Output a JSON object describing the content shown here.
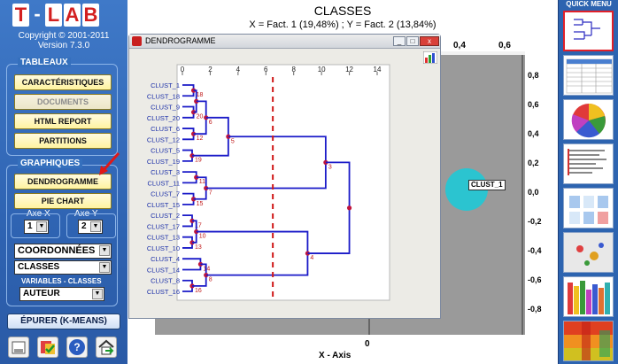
{
  "sidebar": {
    "logo_letters": [
      "T",
      "-",
      "L",
      "A",
      "B"
    ],
    "copyright": "Copyright © 2001-2011",
    "version": "Version 7.3.0",
    "tableaux": {
      "title": "TABLEAUX",
      "buttons": [
        "CARACTÉRISTIQUES",
        "DOCUMENTS",
        "HTML REPORT",
        "PARTITIONS"
      ]
    },
    "graphiques": {
      "title": "GRAPHIQUES",
      "dendro_button": "DENDROGRAMME",
      "pie_button": "PIE CHART",
      "axe_x_label": "Axe X",
      "axe_x_value": "1",
      "axe_y_label": "Axe Y",
      "axe_y_value": "2",
      "mode_select": "COORDONNÉES",
      "type_select": "CLASSES",
      "variables_title": "VARIABLES - CLASSES",
      "variables_select": "AUTEUR"
    },
    "epurer_button": "ÉPURER (K-MEANS)"
  },
  "plot": {
    "title": "CLASSES",
    "subtitle": "X = Fact. 1 (19,48%) ; Y = Fact. 2 (13,84%)",
    "x_axis_label": "X - Axis",
    "x_zero": "0",
    "top_ticks": [
      "0,4",
      "0,6"
    ],
    "right_ticks": [
      "0,8",
      "0,6",
      "0,4",
      "0,2",
      "0,0",
      "-0,2",
      "-0,4",
      "-0,6",
      "-0,8"
    ],
    "cluster_label": "CLUST_1",
    "cluster_color": "#2bc4d0"
  },
  "dendro_window": {
    "title": "DENDROGRAMME",
    "min_btn": "_",
    "max_btn": "□",
    "close_btn": "x"
  },
  "chart_data": {
    "type": "dendrogram",
    "title": "",
    "x_ticks": [
      "0",
      "2",
      "4",
      "6",
      "8",
      "10",
      "12",
      "14"
    ],
    "xlim": [
      0,
      14
    ],
    "cut_height": 6.5,
    "leaves": [
      "CLUST_1",
      "CLUST_18",
      "CLUST_9",
      "CLUST_20",
      "CLUST_6",
      "CLUST_12",
      "CLUST_5",
      "CLUST_19",
      "CLUST_3",
      "CLUST_11",
      "CLUST_7",
      "CLUST_15",
      "CLUST_2",
      "CLUST_17",
      "CLUST_13",
      "CLUST_10",
      "CLUST_4",
      "CLUST_14",
      "CLUST_8",
      "CLUST_16"
    ],
    "merge_labels": [
      "18",
      "20",
      "6",
      "12",
      "5",
      "19",
      "3",
      "11",
      "7",
      "15",
      "17",
      "13",
      "10",
      "4",
      "14",
      "8",
      "16"
    ],
    "merges": [
      {
        "a": "L0",
        "b": "L1",
        "h": 0.8,
        "label": "18"
      },
      {
        "a": "L2",
        "b": "L3",
        "h": 0.8,
        "label": "20"
      },
      {
        "a": "M0",
        "b": "M1",
        "h": 1.0
      },
      {
        "a": "L4",
        "b": "L5",
        "h": 0.8,
        "label": "12"
      },
      {
        "a": "M2",
        "b": "M3",
        "h": 1.7,
        "label": "6"
      },
      {
        "a": "L6",
        "b": "L7",
        "h": 0.7,
        "label": "19"
      },
      {
        "a": "M4",
        "b": "M5",
        "h": 3.3,
        "label": "5"
      },
      {
        "a": "L8",
        "b": "L9",
        "h": 1.0,
        "label": "11"
      },
      {
        "a": "L10",
        "b": "L11",
        "h": 0.8,
        "label": "15"
      },
      {
        "a": "M7",
        "b": "M8",
        "h": 1.7,
        "label": "7"
      },
      {
        "a": "M6",
        "b": "M9",
        "h": 10.3,
        "label": "3"
      },
      {
        "a": "L12",
        "b": "L13",
        "h": 0.7,
        "label": "17"
      },
      {
        "a": "L14",
        "b": "L15",
        "h": 0.7,
        "label": "13"
      },
      {
        "a": "M11",
        "b": "M12",
        "h": 1.0,
        "label": "10"
      },
      {
        "a": "L16",
        "b": "L17",
        "h": 1.3,
        "label": "14"
      },
      {
        "a": "L18",
        "b": "L19",
        "h": 0.7,
        "label": "16"
      },
      {
        "a": "M14",
        "b": "M15",
        "h": 1.7,
        "label": "8"
      },
      {
        "a": "M13",
        "b": "M16",
        "h": 9.0,
        "label": "4"
      },
      {
        "a": "M10",
        "b": "M17",
        "h": 12.0
      }
    ],
    "line_color": "#1a1ac8",
    "node_color": "#c0143c",
    "cut_color": "#d01818"
  },
  "quick_menu": {
    "title": "QUICK MENU",
    "thumbs": [
      "dendrogram-thumb",
      "table-thumb",
      "pie-thumb",
      "report-thumb",
      "chart-thumb",
      "scatter-thumb",
      "bars-thumb",
      "heatmap-thumb"
    ]
  }
}
